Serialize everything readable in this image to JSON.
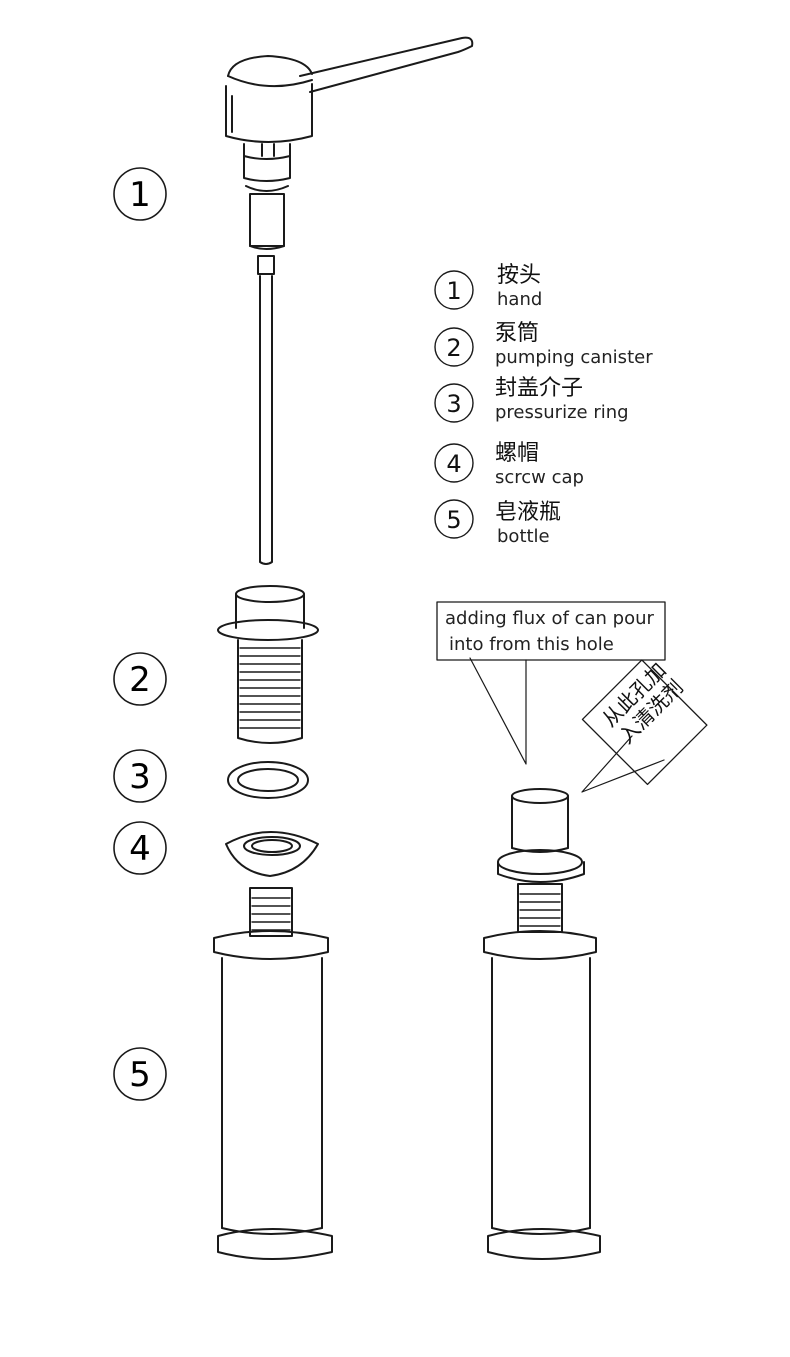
{
  "diagram": {
    "part_numbers": [
      "1",
      "2",
      "3",
      "4",
      "5"
    ],
    "legend": [
      {
        "num": "1",
        "cn": "按头",
        "en": "hand"
      },
      {
        "num": "2",
        "cn": "泵筒",
        "en": "pumping canister"
      },
      {
        "num": "3",
        "cn": "封盖介子",
        "en": "pressurize ring"
      },
      {
        "num": "4",
        "cn": "螺帽",
        "en": "scrcw cap"
      },
      {
        "num": "5",
        "cn": "皂液瓶",
        "en": "bottle"
      }
    ],
    "callout_en": {
      "line1": "adding flux of can pour",
      "line2": "into from this hole"
    },
    "callout_cn": {
      "line1": "从此孔加",
      "line2": "入清洗剂"
    }
  }
}
